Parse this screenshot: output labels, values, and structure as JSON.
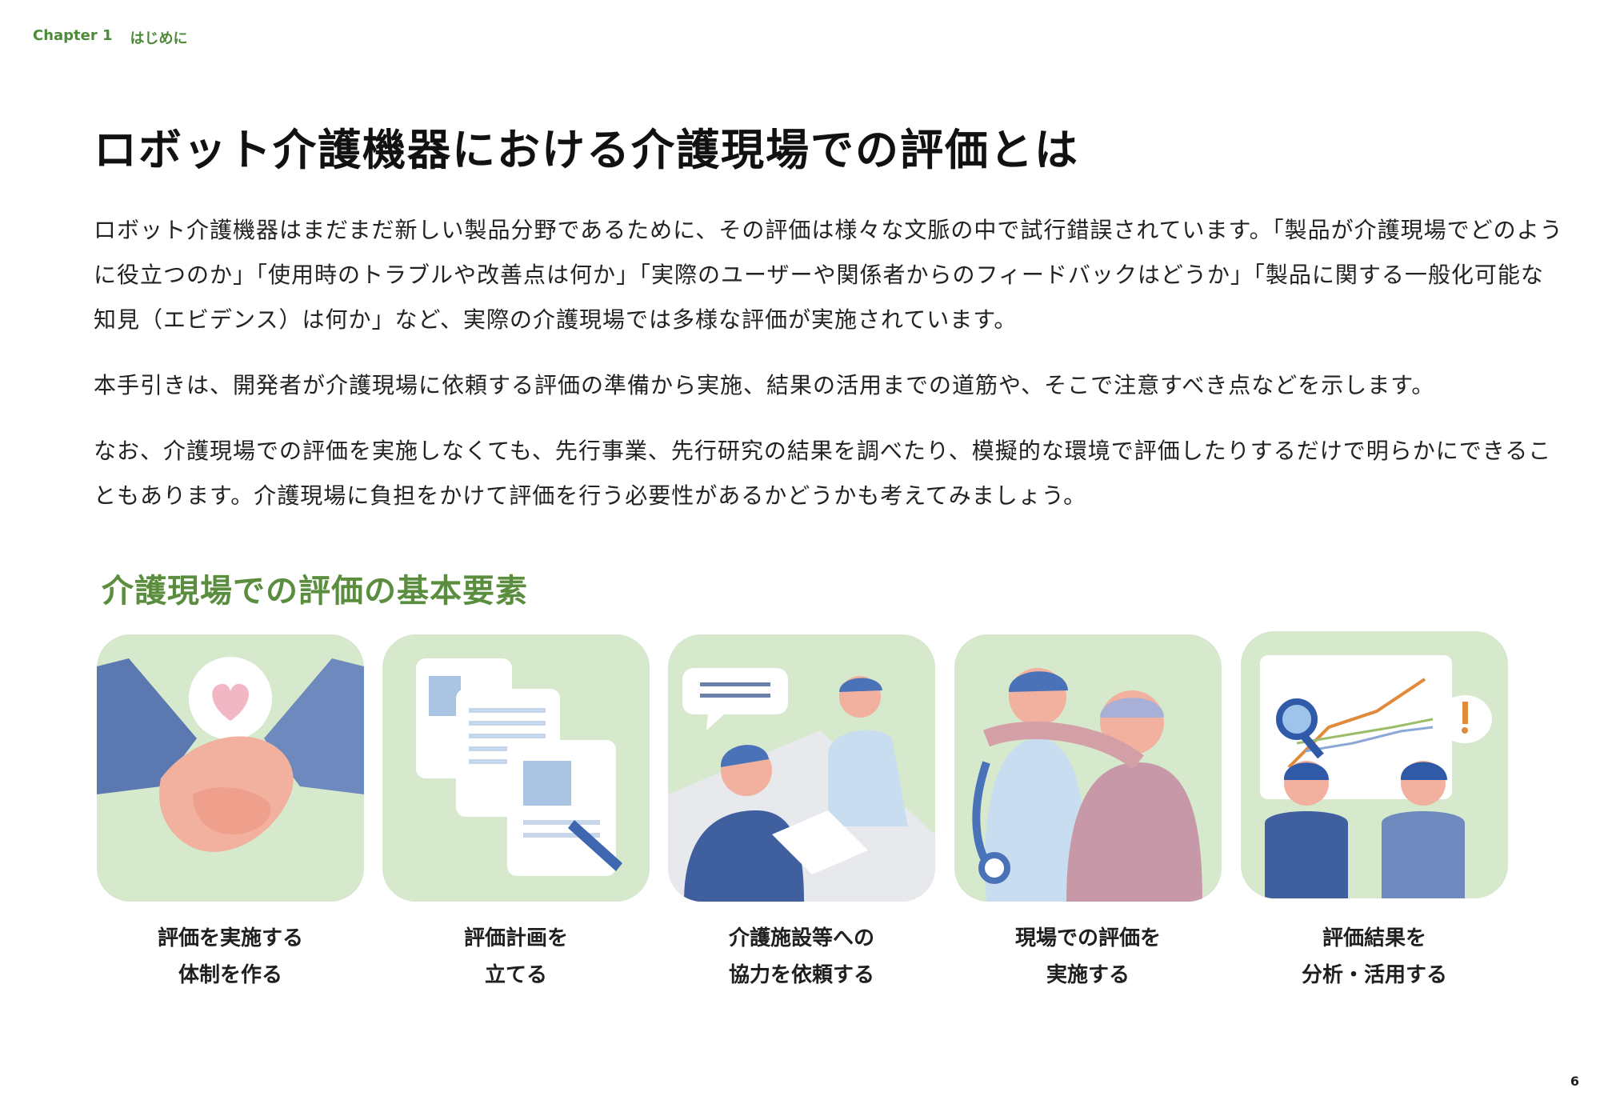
{
  "header": {
    "chapter": "Chapter 1",
    "chapter_title": "はじめに"
  },
  "title": "ロボット介護機器における介護現場での評価とは",
  "paragraphs": [
    "ロボット介護機器はまだまだ新しい製品分野であるために、その評価は様々な文脈の中で試行錯誤されています。「製品が介護現場でどのように役立つのか」「使用時のトラブルや改善点は何か」「実際のユーザーや関係者からのフィードバックはどうか」「製品に関する一般化可能な知見（エビデンス）は何か」など、実際の介護現場では多様な評価が実施されています。",
    "本手引きは、開発者が介護現場に依頼する評価の準備から実施、結果の活用までの道筋や、そこで注意すべき点などを示します。",
    "なお、介護現場での評価を実施しなくても、先行事業、先行研究の結果を調べたり、模擬的な環境で評価したりするだけで明らかにできることもあります。介護現場に負担をかけて評価を行う必要性があるかどうかも考えてみましょう。"
  ],
  "section_title": "介護現場での評価の基本要素",
  "steps": [
    {
      "line1": "評価を実施する",
      "line2": "体制を作る"
    },
    {
      "line1": "評価計画を",
      "line2": "立てる"
    },
    {
      "line1": "介護施設等への",
      "line2": "協力を依頼する"
    },
    {
      "line1": "現場での評価を",
      "line2": "実施する"
    },
    {
      "line1": "評価結果を",
      "line2": "分析・活用する"
    }
  ],
  "page_number": "6",
  "colors": {
    "accent_green": "#5a8e3e",
    "card_bg": "#d6e9cd",
    "figure_blue": "#5b78b0"
  }
}
